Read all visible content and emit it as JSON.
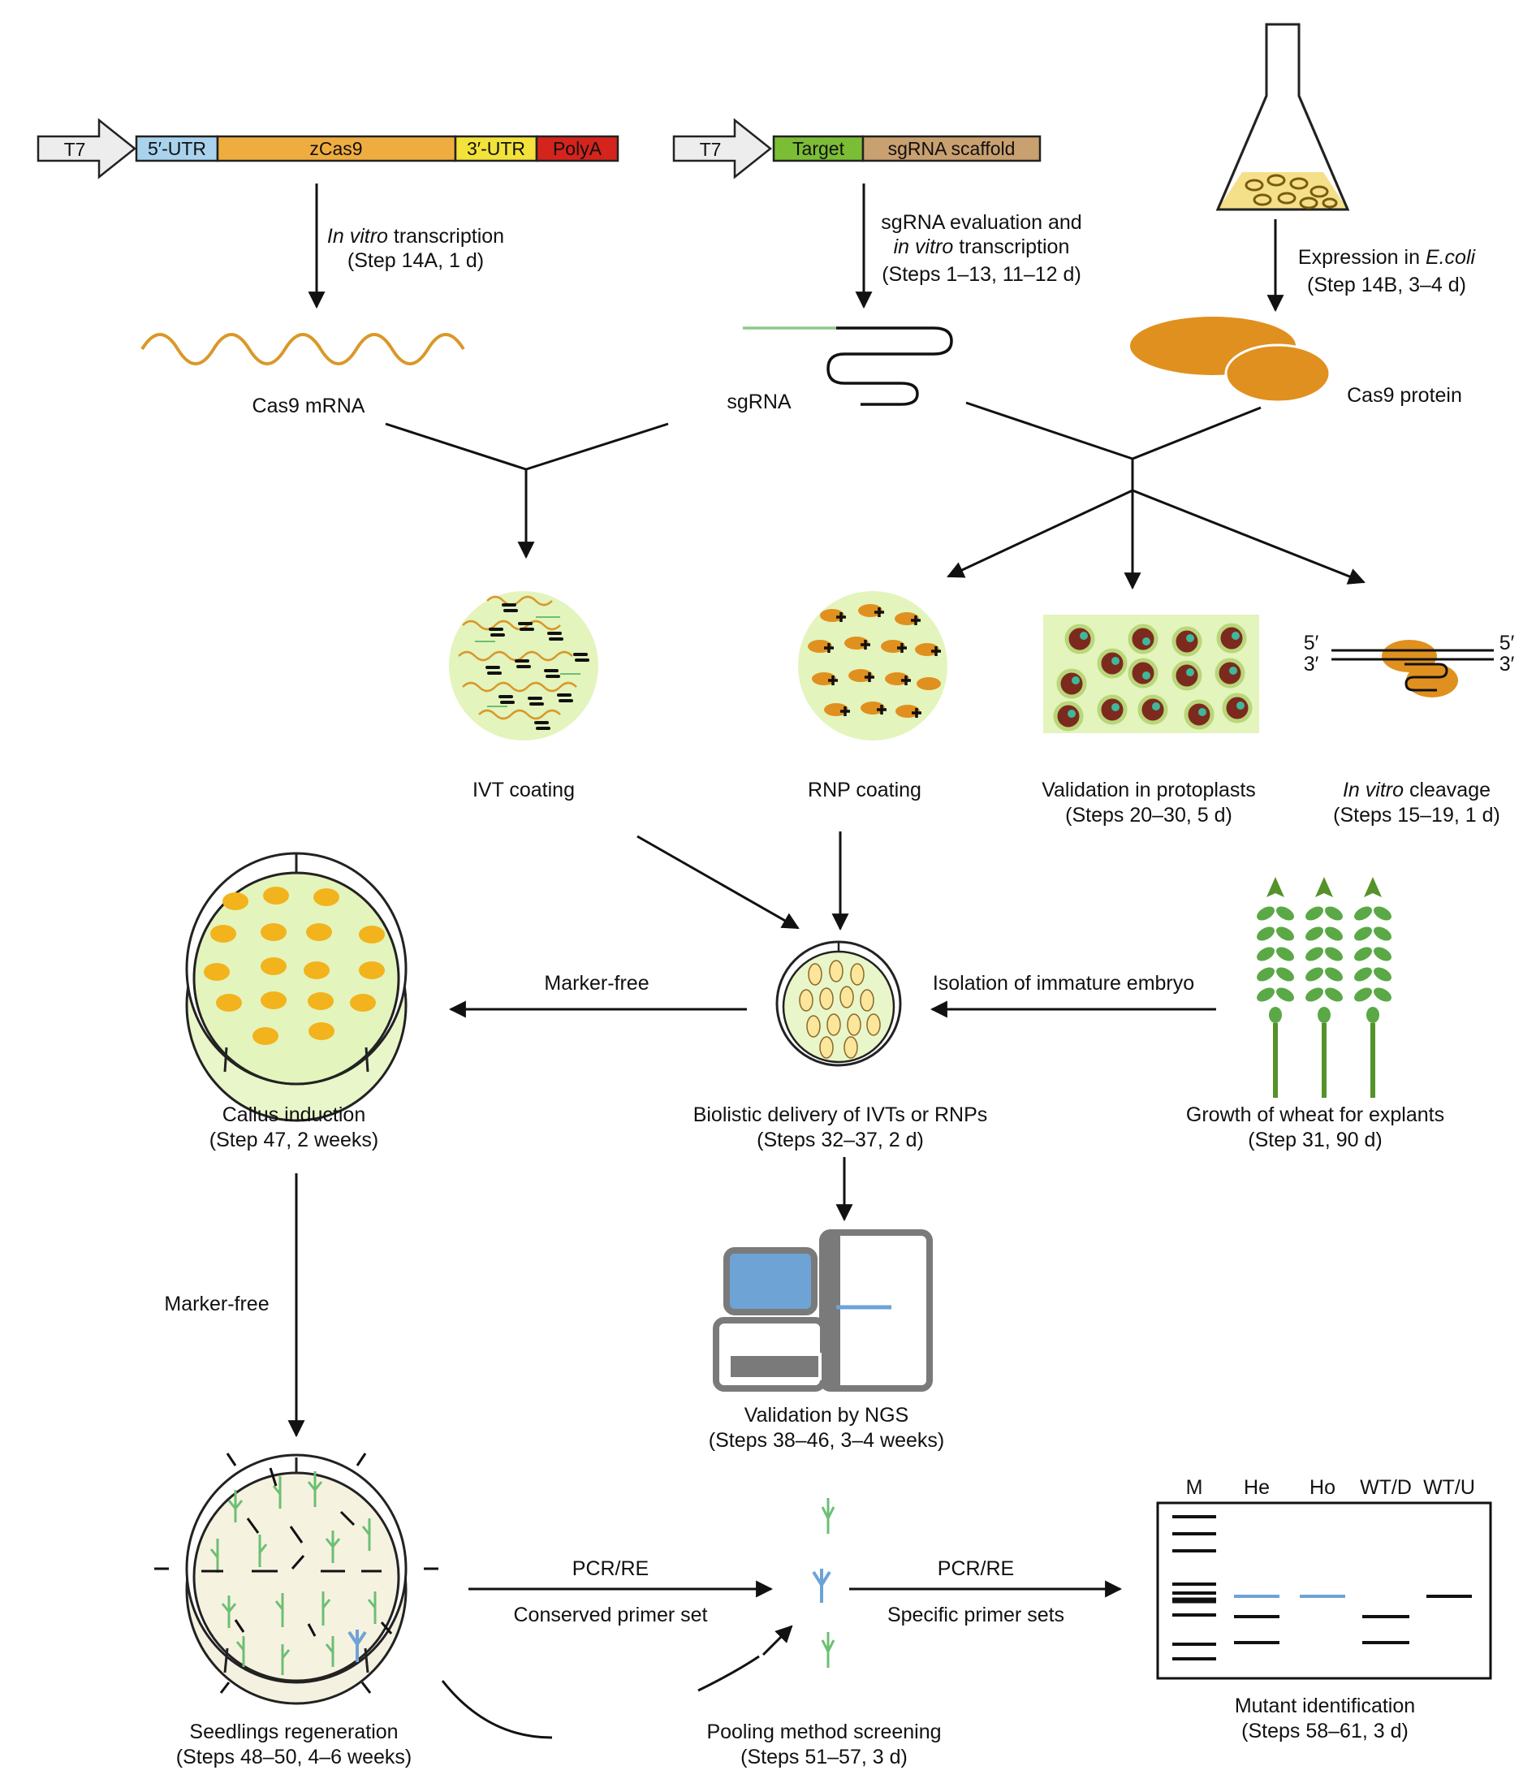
{
  "construct1": {
    "promoter": "T7",
    "parts": [
      "5′-UTR",
      "zCas9",
      "3′-UTR",
      "PolyA"
    ]
  },
  "construct2": {
    "promoter": "T7",
    "parts": [
      "Target",
      "sgRNA scaffold"
    ]
  },
  "ivt": {
    "italic": "In vitro",
    "rest": " transcription",
    "step": "(Step 14A, 1 d)"
  },
  "sgrna_eval": {
    "line1": "sgRNA evaluation and",
    "italic": "in vitro",
    "rest": " transcription",
    "step": "(Steps 1–13, 11–12 d)"
  },
  "expression": {
    "prefix": "Expression in ",
    "italic": "E.coli",
    "step": "(Step 14B, 3–4 d)"
  },
  "cas9_mrna": "Cas9 mRNA",
  "sgrna": "sgRNA",
  "cas9_protein": "Cas9 protein",
  "ivt_coating": "IVT coating",
  "rnp_coating": "RNP coating",
  "protoplasts": {
    "title": "Validation in protoplasts",
    "step": "(Steps 20–30, 5 d)"
  },
  "cleavage": {
    "italic": "In vitro",
    "rest": " cleavage",
    "step": "(Steps 15–19, 1 d)",
    "end_5": "5′",
    "end_3": "3′"
  },
  "marker_free": "Marker-free",
  "isolation": "Isolation of immature embryo",
  "callus": {
    "title": "Callus  induction",
    "step": "(Step 47, 2 weeks)"
  },
  "biolistic": {
    "title": "Biolistic delivery of IVTs or RNPs",
    "step": "(Steps 32–37, 2 d)"
  },
  "wheat": {
    "title": "Growth of wheat for explants",
    "step": "(Step 31, 90 d)"
  },
  "ngs": {
    "title": "Validation by NGS",
    "step": "(Steps 38–46, 3–4 weeks)"
  },
  "pcr1": {
    "top": "PCR/RE",
    "bottom": "Conserved primer set"
  },
  "pcr2": {
    "top": "PCR/RE",
    "bottom": "Specific primer sets"
  },
  "seedlings": {
    "title": "Seedlings regeneration",
    "step": "(Steps 48–50, 4–6 weeks)"
  },
  "pooling": {
    "title": "Pooling method screening",
    "step": "(Steps 51–57, 3 d)"
  },
  "mutant": {
    "title": "Mutant identification",
    "step": "(Steps 58–61, 3 d)"
  },
  "gel": {
    "lanes": [
      "M",
      "He",
      "Ho",
      "WT/D",
      "WT/U"
    ]
  },
  "colors": {
    "utr5": "#a9d3ec",
    "cas9": "#f0ad3f",
    "utr3": "#f3e23a",
    "polya": "#d4241c",
    "target": "#7cbd36",
    "scaffold": "#c9a070",
    "protein": "#e0901f",
    "plate_green": "#e3f4bd",
    "plant_green": "#5aa846",
    "wheat_green": "#55922a",
    "blue": "#6ea3d6",
    "computer_gray": "#7a7a7a"
  }
}
